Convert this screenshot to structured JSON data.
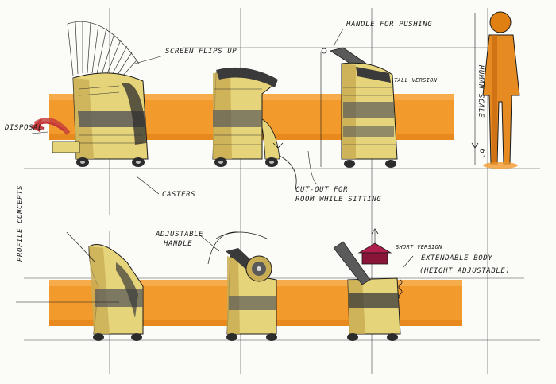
{
  "labels": {
    "screen_flips_up": "SCREEN FLIPS UP",
    "handle_for_pushing": "HANDLE FOR PUSHING",
    "tall_version": "TALL VERSION",
    "disposal": "DISPOSAL",
    "casters": "CASTERS",
    "cut_out": "CUT-OUT FOR",
    "cut_out_2": "ROOM WHILE SITTING",
    "adjustable_handle": "ADJUSTABLE",
    "adjustable_handle_2": "HANDLE",
    "short_version": "SHORT VERSION",
    "extendable_body": "EXTENDABLE BODY",
    "height_adjustable": "(HEIGHT ADJUSTABLE)",
    "profile_concepts": "PROFILE CONCEPTS",
    "human_scale": "HUMAN SCALE",
    "scale_size": "6'"
  },
  "colors": {
    "orange_band": "#f39a2c",
    "orange_dark": "#e07f12",
    "cart_yellow": "#e6d47a",
    "cart_shade": "#c9ad54",
    "cart_dark": "#5a5a5a",
    "cut_out_pink": "#b01e4e",
    "ink": "#1a1a1a",
    "disposal_arrow": "#c43a3a"
  }
}
